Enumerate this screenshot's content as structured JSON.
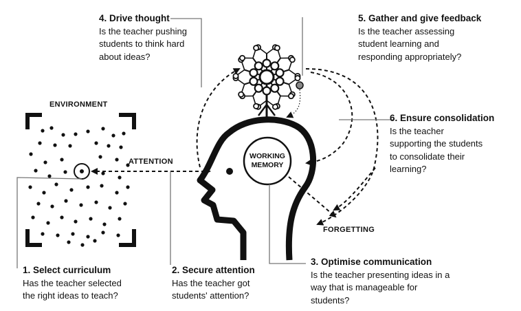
{
  "labels": {
    "environment": "ENVIRONMENT",
    "attention": "ATTENTION",
    "working_memory_1": "WORKING",
    "working_memory_2": "MEMORY",
    "forgetting": "FORGETTING"
  },
  "callouts": {
    "c1": {
      "title": "1. Select curriculum",
      "lines": [
        "Has the teacher selected",
        "the right ideas to teach?"
      ]
    },
    "c2": {
      "title": "2. Secure attention",
      "lines": [
        "Has the teacher got",
        "students' attention?"
      ]
    },
    "c3": {
      "title": "3. Optimise communication",
      "lines": [
        "Is the teacher presenting ideas in a",
        "way that is manageable for",
        "students?"
      ]
    },
    "c4": {
      "title": "4. Drive thought",
      "lines": [
        "Is the teacher pushing",
        "students to think hard",
        "about ideas?"
      ]
    },
    "c5": {
      "title": "5. Gather and give feedback",
      "lines": [
        "Is the teacher assessing",
        "student learning and",
        "responding appropriately?"
      ]
    },
    "c6": {
      "title": "6. Ensure consolidation",
      "lines": [
        "Is the teacher",
        "supporting the students",
        "to consolidate their",
        "learning?"
      ]
    }
  },
  "colors": {
    "ink": "#111111",
    "connector": "#777777",
    "background": "#ffffff"
  }
}
